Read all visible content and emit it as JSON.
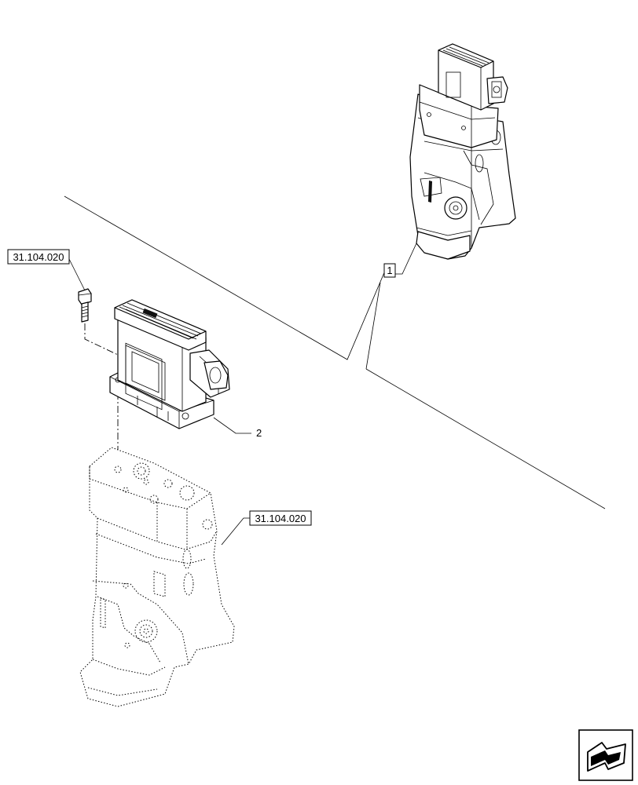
{
  "callouts": {
    "ref_top": "31.104.020",
    "ref_mid": "31.104.020",
    "item_1": "1",
    "item_2": "2"
  },
  "nav_icon": "next-page-arrow-icon"
}
